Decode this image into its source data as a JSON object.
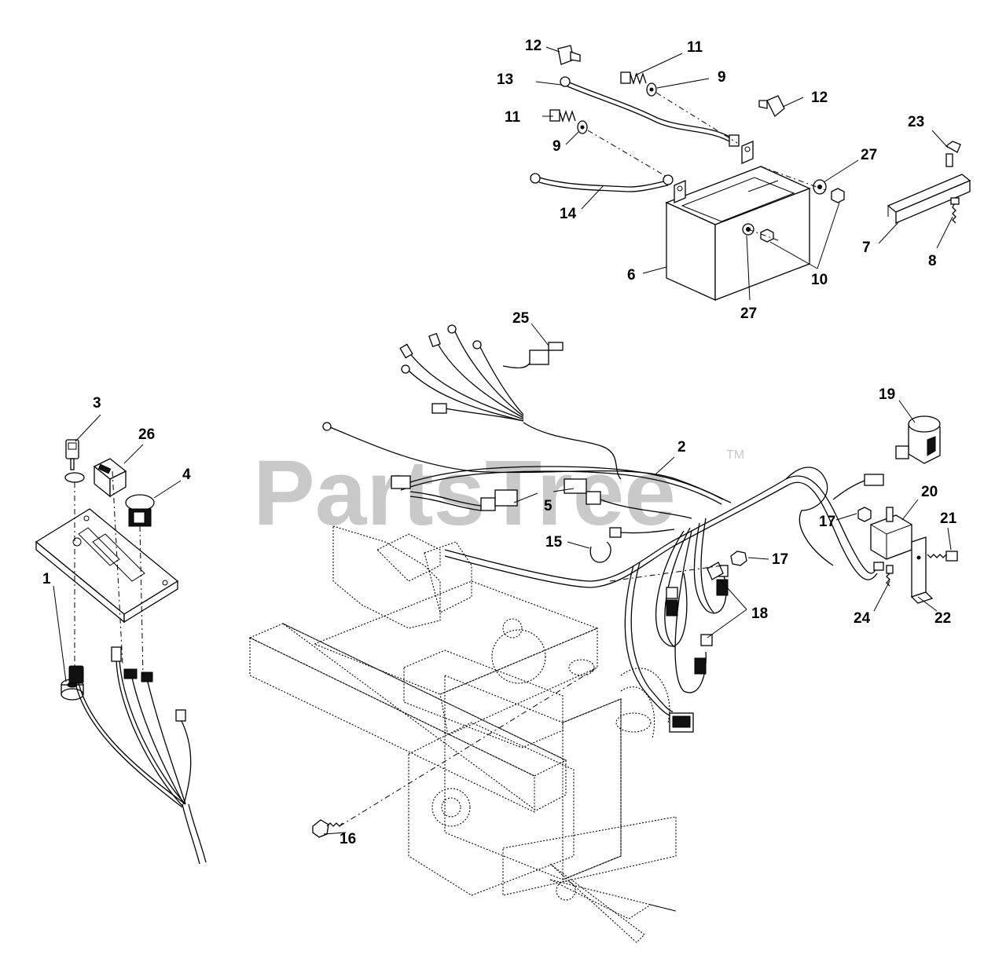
{
  "watermark": {
    "text": "PartsTree",
    "trademark": "TM"
  },
  "callouts": {
    "c1": "1",
    "c2": "2",
    "c3": "3",
    "c4": "4",
    "c5": "5",
    "c6": "6",
    "c7": "7",
    "c8": "8",
    "c9a": "9",
    "c9b": "9",
    "c10": "10",
    "c11a": "11",
    "c11b": "11",
    "c12a": "12",
    "c12b": "12",
    "c13": "13",
    "c14": "14",
    "c15": "15",
    "c16": "16",
    "c17a": "17",
    "c17b": "17",
    "c18": "18",
    "c19": "19",
    "c20": "20",
    "c21": "21",
    "c22": "22",
    "c23": "23",
    "c24": "24",
    "c25": "25",
    "c26": "26",
    "c27a": "27",
    "c27b": "27"
  },
  "colors": {
    "line": "#000000",
    "watermark": "#c9c9c9",
    "background": "#ffffff"
  }
}
